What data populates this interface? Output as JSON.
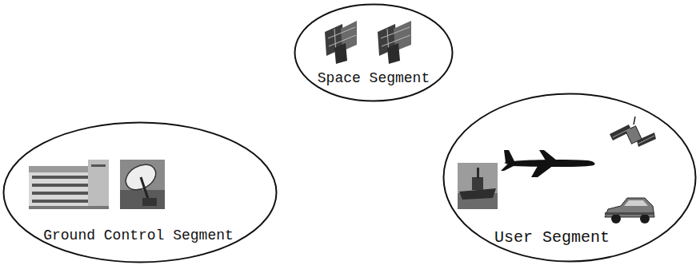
{
  "diagram": {
    "nodes": [
      {
        "text": [
          "Space Segment"
        ]
      },
      {
        "text": [
          "Ground Control Segment"
        ]
      },
      {
        "text": [
          "User Segment"
        ]
      }
    ]
  }
}
